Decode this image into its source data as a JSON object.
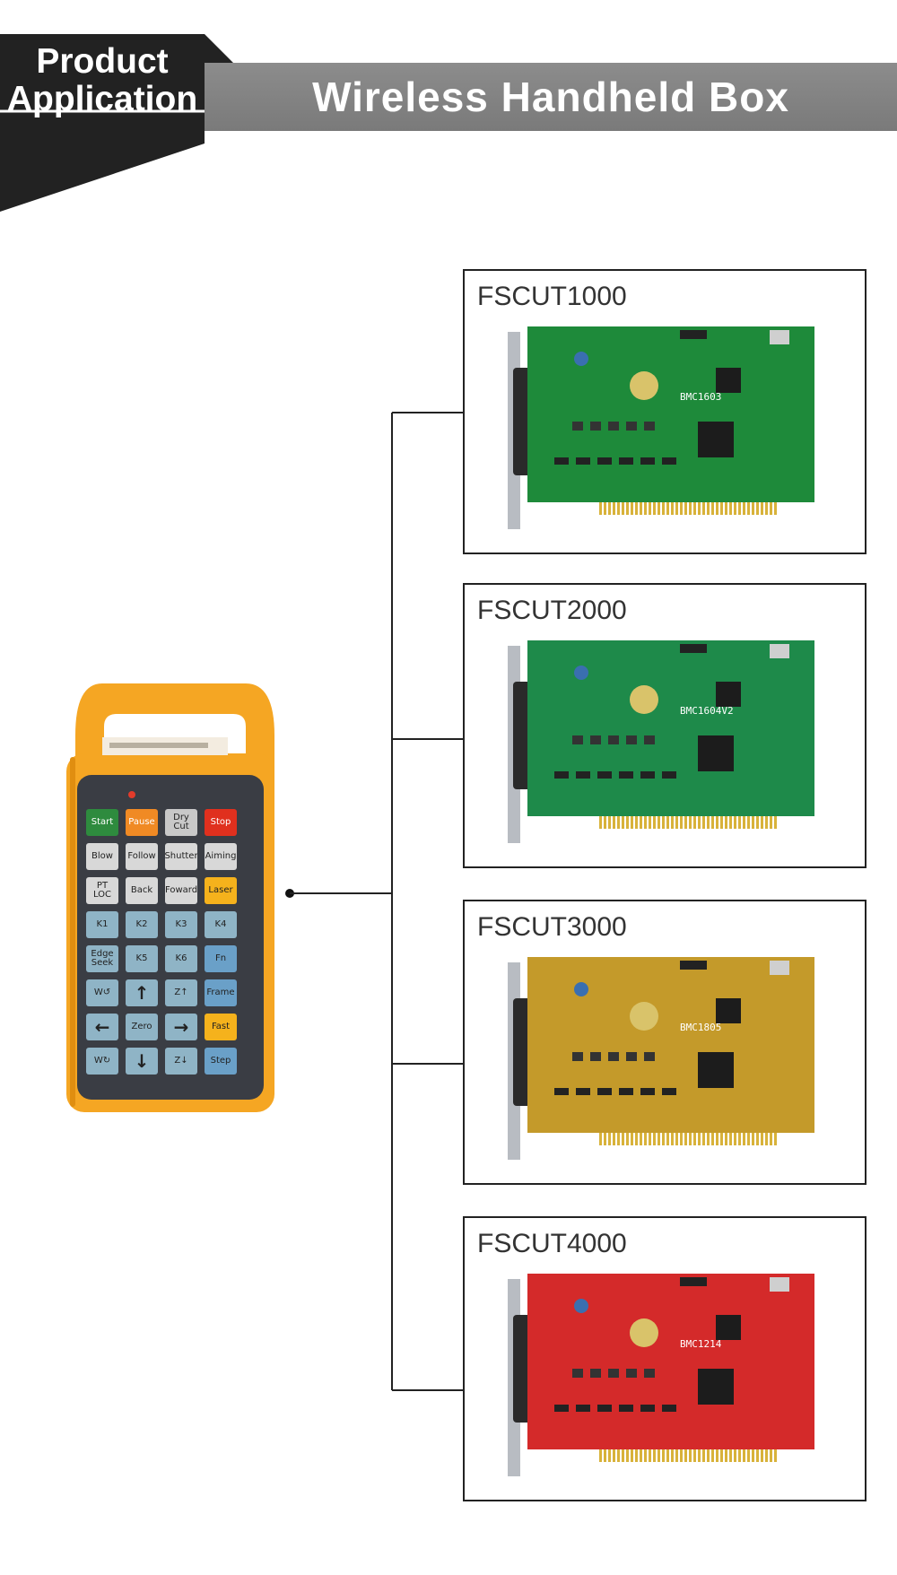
{
  "header": {
    "badge_line1": "Product",
    "badge_line2": "Application",
    "title": "Wireless Handheld Box"
  },
  "remote": {
    "keys": [
      [
        "Start",
        "Pause",
        "Dry Cut",
        "Stop"
      ],
      [
        "Blow",
        "Follow",
        "Shutter",
        "Aiming"
      ],
      [
        "PT LOC",
        "Back",
        "Foward",
        "Laser"
      ],
      [
        "K1",
        "K2",
        "K3",
        "K4"
      ],
      [
        "Edge Seek",
        "K5",
        "K6",
        "Fn"
      ],
      [
        "W↺",
        "↑",
        "Z↑",
        "Frame"
      ],
      [
        "←",
        "Zero",
        "→",
        "Fast"
      ],
      [
        "W↻",
        "↓",
        "Z↓",
        "Step"
      ]
    ]
  },
  "cards": [
    {
      "label": "FSCUT1000",
      "board_text": "BMC1603",
      "board_color": "#1e8a3a"
    },
    {
      "label": "FSCUT2000",
      "board_text": "BMC1604V2",
      "board_color": "#1e8a4a"
    },
    {
      "label": "FSCUT3000",
      "board_text": "BMC1805",
      "board_color": "#c49a2a"
    },
    {
      "label": "FSCUT4000",
      "board_text": "BMC1214",
      "board_color": "#d42a2a"
    }
  ],
  "colors": {
    "header_bar": "#888888",
    "badge": "#222222",
    "remote_body": "#f5a623",
    "remote_face": "#3a3d44"
  }
}
